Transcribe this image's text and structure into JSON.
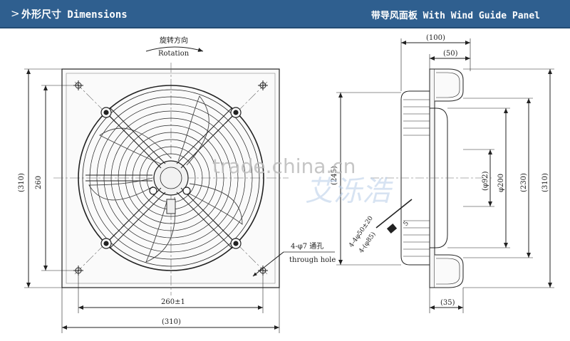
{
  "header": {
    "chevron": ">",
    "left_title": "外形尺寸 Dimensions",
    "right_title": "带导风面板 With Wind Guide Panel",
    "bg_color": "#2f5f8f"
  },
  "front_view": {
    "rotation_cn": "旋转方向",
    "rotation_en": "Rotation",
    "hole_cn": "4-φ7 通孔",
    "hole_en": "through hole",
    "dim_outer_left": "(310)",
    "dim_inner_left": "260",
    "dim_inner_bottom": "260±1",
    "dim_outer_bottom": "(310)"
  },
  "side_view": {
    "dim_100": "(100)",
    "dim_50": "(50)",
    "dim_245": "(245)",
    "dim_92": "(φ92)",
    "dim_200": "φ200",
    "dim_230": "(230)",
    "dim_310": "(310)",
    "screw": "4-4φ50±20",
    "screw_sub": "4-(φ85)",
    "dim_35": "(35)",
    "dim_5": "5"
  },
  "watermark": {
    "text": "trade.china.cn",
    "brand": "艾泺浩"
  }
}
